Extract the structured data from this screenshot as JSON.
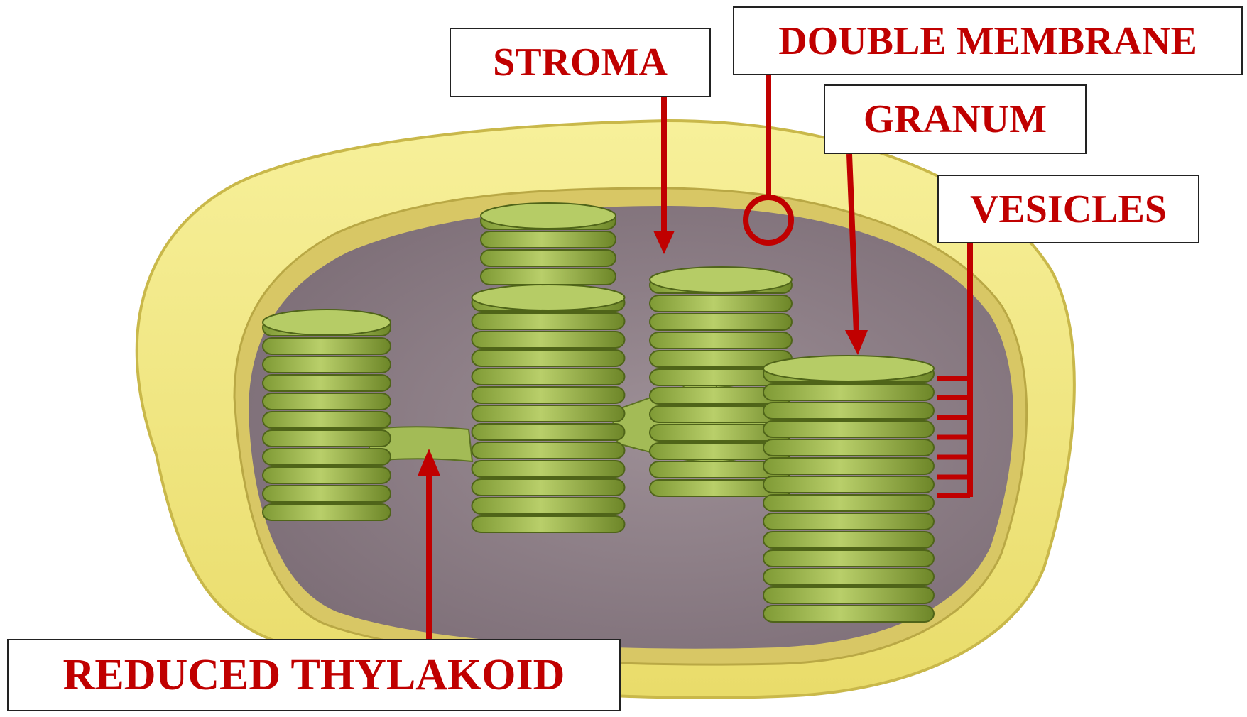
{
  "labels": {
    "stroma": "STROMA",
    "double_membrane": "DOUBLE MEMBRANE",
    "granum": "GRANUM",
    "vesicles": "VESICLES",
    "reduced_thylakoid": "REDUCED THYLAKOID"
  },
  "colors": {
    "label_text": "#c00000",
    "pointer": "#c00000",
    "outer_membrane": "#f2ea84",
    "stroma_fill": "#8f8088",
    "thylakoid": "#a8c05a",
    "thylakoid_dark": "#5c7222"
  }
}
